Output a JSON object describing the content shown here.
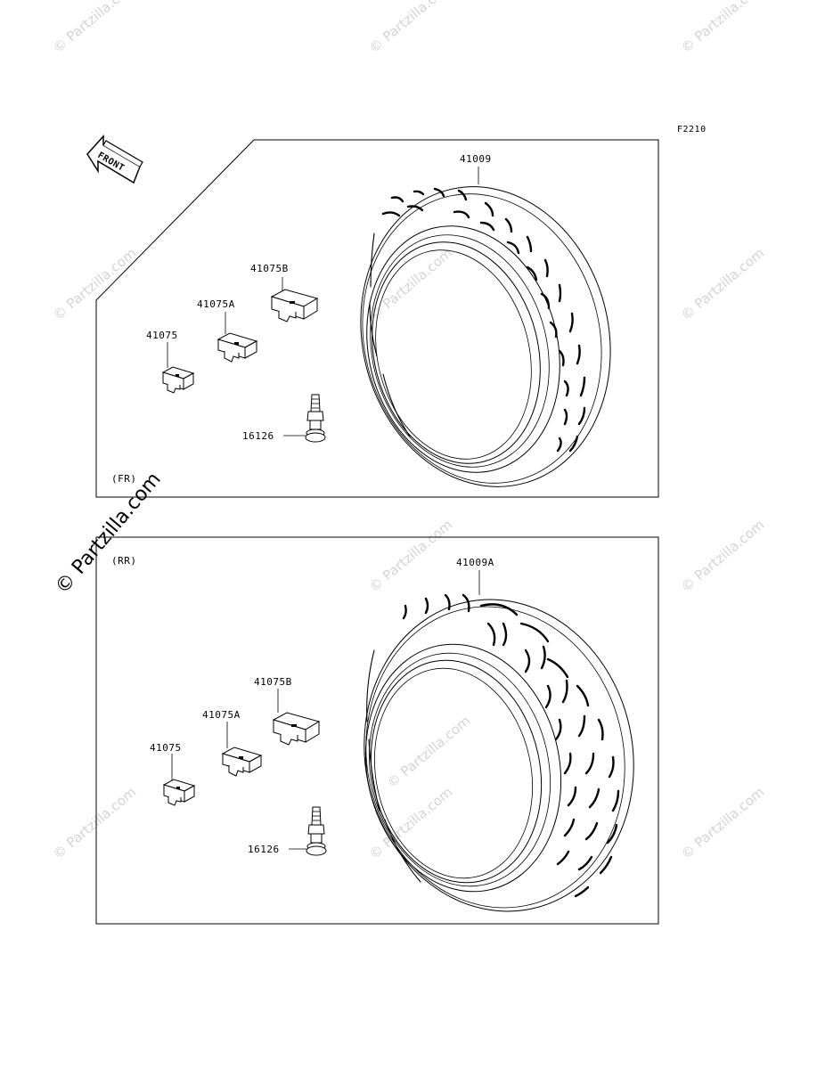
{
  "figure_code": "F2210",
  "front_arrow_label": "FRONT",
  "watermark": "© Partzilla.com",
  "front": {
    "section_label": "(FR)",
    "tire": "41009",
    "weight_b": "41075B",
    "weight_a": "41075A",
    "weight": "41075",
    "valve": "16126"
  },
  "rear": {
    "section_label": "(RR)",
    "tire": "41009A",
    "weight_b": "41075B",
    "weight_a": "41075A",
    "weight": "41075",
    "valve": "16126"
  }
}
